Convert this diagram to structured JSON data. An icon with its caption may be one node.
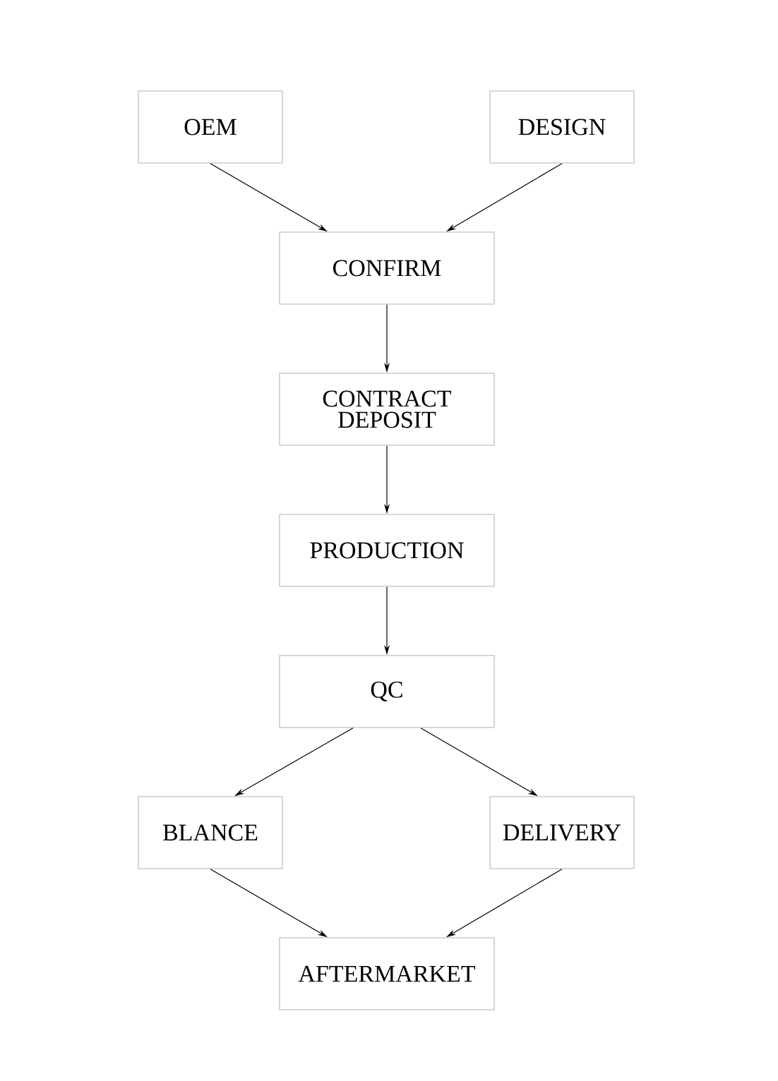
{
  "diagram": {
    "nodes": [
      {
        "text": [
          "OEM"
        ]
      },
      {
        "text": [
          "DESIGN"
        ]
      },
      {
        "text": [
          "CONFIRM"
        ]
      },
      {
        "text": [
          "CONTRACT DEPOSIT"
        ]
      },
      {
        "text": [
          "PRODUCTION"
        ]
      },
      {
        "text": [
          "QC"
        ]
      },
      {
        "text": [
          "BLANCE"
        ]
      },
      {
        "text": [
          "DELIVERY"
        ]
      },
      {
        "text": [
          "AFTERMARKET"
        ]
      }
    ],
    "edges": [
      {
        "from": 0,
        "to": 2,
        "arrow": "to"
      },
      {
        "from": 1,
        "to": 2,
        "arrow": "to"
      },
      {
        "from": 2,
        "to": 3,
        "arrow": "to"
      },
      {
        "from": 3,
        "to": 4,
        "arrow": "to"
      },
      {
        "from": 4,
        "to": 5,
        "arrow": "to"
      },
      {
        "from": 5,
        "to": 6,
        "arrow": "to"
      },
      {
        "from": 5,
        "to": 7,
        "arrow": "to"
      },
      {
        "from": 6,
        "to": 8,
        "arrow": "to"
      },
      {
        "from": 7,
        "to": 8,
        "arrow": "to"
      }
    ]
  }
}
